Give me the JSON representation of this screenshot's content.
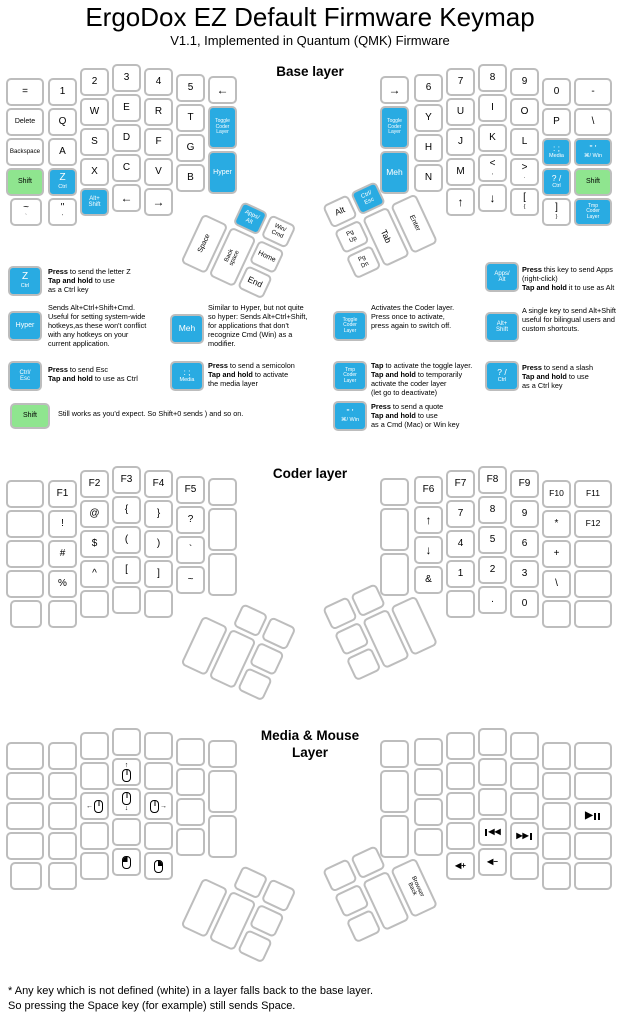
{
  "title": "ErgoDox EZ Default Firmware Keymap",
  "subtitle": "V1.1, Implemented in Quantum (QMK) Firmware",
  "footnote": "* Any key which is not defined (white) in a layer falls back to the base layer.\nSo pressing the Space key (for example) still sends Space.",
  "colors": {
    "key_accent": "#29abe2",
    "key_green": "#8fe58f",
    "key_border": "#bdbdbd"
  },
  "layers": [
    {
      "heading": "Base layer",
      "left": [
        {
          "t": "="
        },
        {
          "t": "1"
        },
        {
          "t": "2"
        },
        {
          "t": "3"
        },
        {
          "t": "4"
        },
        {
          "t": "5"
        },
        {
          "t": "←"
        },
        {
          "t": "Delete"
        },
        {
          "t": "Q"
        },
        {
          "t": "W"
        },
        {
          "t": "E"
        },
        {
          "t": "R"
        },
        {
          "t": "T"
        },
        {
          "t": "Toggle\nCoder\nLayer",
          "c": "cyan"
        },
        {
          "t": "Backspace"
        },
        {
          "t": "A"
        },
        {
          "t": "S"
        },
        {
          "t": "D"
        },
        {
          "t": "F"
        },
        {
          "t": "G"
        },
        {
          "t": "Shift",
          "c": "green"
        },
        {
          "t": "Z",
          "s": "Ctrl",
          "c": "cyan"
        },
        {
          "t": "X"
        },
        {
          "t": "C"
        },
        {
          "t": "V"
        },
        {
          "t": "B"
        },
        {
          "t": "Hyper",
          "c": "cyan"
        },
        {
          "t": "~",
          "s": "`"
        },
        {
          "t": "\"",
          "s": "'"
        },
        {
          "t": "Alt+\nShift",
          "c": "cyan"
        },
        {
          "t": "←"
        },
        {
          "t": "→"
        },
        {
          "t": "Apps/\nAlt",
          "c": "cyan"
        },
        {
          "t": "Win/\nCmd"
        },
        {
          "t": "Space",
          "big": 1
        },
        {
          "t": "Back\nspace",
          "big": 1
        },
        {
          "t": "Home"
        },
        {
          "t": "End"
        }
      ],
      "right": [
        {
          "t": "→"
        },
        {
          "t": "6"
        },
        {
          "t": "7"
        },
        {
          "t": "8"
        },
        {
          "t": "9"
        },
        {
          "t": "0"
        },
        {
          "t": "-"
        },
        {
          "t": "Toggle\nCoder\nLayer",
          "c": "cyan"
        },
        {
          "t": "Y"
        },
        {
          "t": "U"
        },
        {
          "t": "I"
        },
        {
          "t": "O"
        },
        {
          "t": "P"
        },
        {
          "t": "\\"
        },
        {
          "t": "H"
        },
        {
          "t": "J"
        },
        {
          "t": "K"
        },
        {
          "t": "L"
        },
        {
          "t": ": ;",
          "s": "Media",
          "c": "cyan"
        },
        {
          "t": "\" '",
          "s": "⌘/ Win",
          "c": "cyan"
        },
        {
          "t": "Meh",
          "c": "cyan"
        },
        {
          "t": "N"
        },
        {
          "t": "M"
        },
        {
          "t": "<",
          "s": ","
        },
        {
          "t": ">",
          "s": "."
        },
        {
          "t": "? /",
          "s": "Ctrl",
          "c": "cyan"
        },
        {
          "t": "Shift",
          "c": "green"
        },
        {
          "t": "↑"
        },
        {
          "t": "↓"
        },
        {
          "t": "[",
          "s": "{"
        },
        {
          "t": "]",
          "s": "}"
        },
        {
          "t": "Tmp\nCoder\nLayer",
          "c": "cyan"
        },
        {
          "t": "Alt"
        },
        {
          "t": "Ctrl/\nEsc",
          "c": "cyan"
        },
        {
          "t": "Pg\nUp"
        },
        {
          "t": "Pg\nDn"
        },
        {
          "t": "Tab",
          "big": 1
        },
        {
          "t": "Enter",
          "big": 1
        }
      ]
    },
    {
      "heading": "Coder layer",
      "left": [
        null,
        {
          "t": "F1"
        },
        {
          "t": "F2"
        },
        {
          "t": "F3"
        },
        {
          "t": "F4"
        },
        {
          "t": "F5"
        },
        null,
        null,
        {
          "t": "!"
        },
        {
          "t": "@"
        },
        {
          "t": "{"
        },
        {
          "t": "}"
        },
        {
          "t": "?"
        },
        null,
        null,
        {
          "t": "#"
        },
        {
          "t": "$"
        },
        {
          "t": "("
        },
        {
          "t": ")"
        },
        {
          "t": "`"
        },
        null,
        {
          "t": "%"
        },
        {
          "t": "^"
        },
        {
          "t": "["
        },
        {
          "t": "]"
        },
        {
          "t": "~"
        },
        null,
        null,
        null,
        null,
        null,
        null,
        null,
        null,
        null,
        null,
        null,
        null
      ],
      "right": [
        null,
        {
          "t": "F6"
        },
        {
          "t": "F7"
        },
        {
          "t": "F8"
        },
        {
          "t": "F9"
        },
        {
          "t": "F10"
        },
        {
          "t": "F11"
        },
        null,
        {
          "t": "↑"
        },
        {
          "t": "7"
        },
        {
          "t": "8"
        },
        {
          "t": "9"
        },
        {
          "t": "*"
        },
        {
          "t": "F12"
        },
        {
          "t": "↓"
        },
        {
          "t": "4"
        },
        {
          "t": "5"
        },
        {
          "t": "6"
        },
        {
          "t": "+"
        },
        null,
        null,
        {
          "t": "&"
        },
        {
          "t": "1"
        },
        {
          "t": "2"
        },
        {
          "t": "3"
        },
        {
          "t": "\\"
        },
        null,
        null,
        {
          "t": "."
        },
        {
          "t": "0"
        },
        null,
        null,
        null,
        null,
        null,
        null,
        null,
        null
      ]
    },
    {
      "heading": "Media & Mouse\nLayer",
      "left": [
        null,
        null,
        null,
        null,
        null,
        null,
        null,
        null,
        null,
        null,
        {
          "i": "mouse-up"
        },
        null,
        null,
        null,
        null,
        null,
        {
          "i": "mouse-left"
        },
        {
          "i": "mouse-down"
        },
        {
          "i": "mouse-right"
        },
        null,
        null,
        null,
        null,
        null,
        null,
        null,
        null,
        null,
        null,
        null,
        {
          "i": "mouse-btn-left"
        },
        {
          "i": "mouse-btn-right"
        },
        null,
        null,
        null,
        null,
        null,
        null
      ],
      "right": [
        null,
        null,
        null,
        null,
        null,
        null,
        null,
        null,
        null,
        null,
        null,
        null,
        null,
        null,
        null,
        null,
        null,
        null,
        null,
        {
          "i": "play-pause"
        },
        null,
        null,
        null,
        {
          "i": "prev-track"
        },
        {
          "i": "next-track"
        },
        null,
        null,
        {
          "i": "vol-up"
        },
        {
          "i": "vol-down"
        },
        null,
        null,
        null,
        null,
        null,
        null,
        null,
        null,
        {
          "t": "Browser\nBack",
          "big": 1
        }
      ]
    }
  ],
  "legends": [
    {
      "id": "z-ctrl",
      "key": {
        "t": "Z",
        "s": "Ctrl",
        "c": "cyan"
      },
      "segs": [
        {
          "b": 1,
          "t": "Press"
        },
        {
          "t": " to send the letter Z\n"
        },
        {
          "b": 1,
          "t": "Tap and hold"
        },
        {
          "t": " to use\nas a Ctrl key"
        }
      ]
    },
    {
      "id": "apps-alt",
      "key": {
        "t": "Apps/\nAlt",
        "c": "cyan"
      },
      "segs": [
        {
          "b": 1,
          "t": "Press"
        },
        {
          "t": " this key to send Apps\n(right-click)\n"
        },
        {
          "b": 1,
          "t": "Tap and hold"
        },
        {
          "t": " it to use as Alt"
        }
      ]
    },
    {
      "id": "hyper",
      "key": {
        "t": "Hyper",
        "c": "cyan"
      },
      "segs": [
        {
          "t": "Sends Alt+Ctrl+Shift+Cmd.\nUseful for setting system-wide\nhotkeys,as these won't conflict\nwith any hotkeys on your\ncurrent application."
        }
      ]
    },
    {
      "id": "meh",
      "key": {
        "t": "Meh",
        "c": "cyan"
      },
      "segs": [
        {
          "t": "Similar to Hyper, but not quite\nso hyper: Sends Alt+Ctrl+Shift,\nfor applications that don't\nrecognize Cmd (Win) as a\nmodifier."
        }
      ]
    },
    {
      "id": "toggle-coder",
      "key": {
        "t": "Toggle\nCoder\nLayer",
        "c": "cyan"
      },
      "segs": [
        {
          "t": "Activates the Coder layer.\nPress once to activate,\npress again to switch off."
        }
      ]
    },
    {
      "id": "alt-shift",
      "key": {
        "t": "Alt+\nShift",
        "c": "cyan"
      },
      "segs": [
        {
          "t": "A single key to send Alt+Shift\nuseful for bilingual users and\ncustom shortcuts."
        }
      ]
    },
    {
      "id": "ctrl-esc",
      "key": {
        "t": "Ctrl/\nEsc",
        "c": "cyan"
      },
      "segs": [
        {
          "b": 1,
          "t": "Press"
        },
        {
          "t": " to send Esc\n"
        },
        {
          "b": 1,
          "t": "Tap and hold"
        },
        {
          "t": " to use as Ctrl"
        }
      ]
    },
    {
      "id": "semicolon-media",
      "key": {
        "t": ": ;",
        "s": "Media",
        "c": "cyan"
      },
      "segs": [
        {
          "b": 1,
          "t": "Press"
        },
        {
          "t": " to send a semicolon\n"
        },
        {
          "b": 1,
          "t": "Tap and hold"
        },
        {
          "t": " to activate\nthe media layer"
        }
      ]
    },
    {
      "id": "tmp-coder",
      "key": {
        "t": "Tmp\nCoder\nLayer",
        "c": "cyan"
      },
      "segs": [
        {
          "b": 1,
          "t": "Tap"
        },
        {
          "t": " to activate the toggle layer.\n"
        },
        {
          "b": 1,
          "t": "Tap and hold"
        },
        {
          "t": " to temporarily\nactivate the coder layer\n(let go to deactivate)"
        }
      ]
    },
    {
      "id": "slash-ctrl",
      "key": {
        "t": "? /",
        "s": "Ctrl",
        "c": "cyan"
      },
      "segs": [
        {
          "b": 1,
          "t": "Press"
        },
        {
          "t": " to send a slash\n"
        },
        {
          "b": 1,
          "t": "Tap and hold"
        },
        {
          "t": " to use\nas a Ctrl key"
        }
      ]
    },
    {
      "id": "shift",
      "key": {
        "t": "Shift",
        "c": "green"
      },
      "segs": [
        {
          "t": "Still works as you'd expect. So Shift+0 sends ) and so on."
        }
      ]
    },
    {
      "id": "quote-win",
      "key": {
        "t": "\" '",
        "s": "⌘/ Win",
        "c": "cyan"
      },
      "segs": [
        {
          "b": 1,
          "t": "Press"
        },
        {
          "t": " to send a quote\n"
        },
        {
          "b": 1,
          "t": "Tap and hold"
        },
        {
          "t": " to use\nas a Cmd (Mac) or Win key"
        }
      ]
    }
  ]
}
